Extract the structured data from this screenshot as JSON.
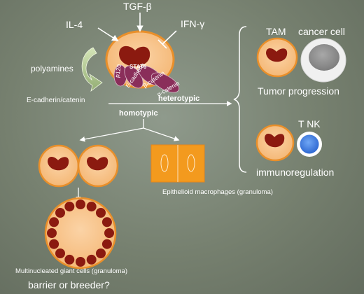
{
  "colors": {
    "background": "#77816f",
    "cell_fill": "#f7c18a",
    "cell_stroke": "#e98f2a",
    "nucleus": "#8b1a10",
    "protein": "#8a2e5a",
    "cancer_outer": "#f0f0f0",
    "cancer_inner": "#8c8c8c",
    "tnk_fill": "#3a78e0",
    "epithelioid_fill": "#f39a1e"
  },
  "inputs": {
    "il4": "IL-4",
    "tgfb": "TGF-β",
    "ifng": "IFN-γ"
  },
  "left_labels": {
    "polyamines": "polyamines",
    "ecadherin_catenin": "E-cadherin/catenin"
  },
  "proteins": {
    "stat6": "STAT6",
    "p120": "p120",
    "e_cadherin": "E-cadherin",
    "beta_catenin": "β-catenin",
    "alpha_catenin": "α-catenin"
  },
  "interactions": {
    "heterotypic": "heterotypic",
    "homotypic": "homotypic"
  },
  "right_panel": {
    "tam": "TAM",
    "cancer_cell": "cancer cell",
    "tumor_progression": "Tumor progression",
    "tnk": "T NK",
    "immunoregulation": "immunoregulation"
  },
  "bottom": {
    "epithelioid": "Epithelioid macrophages (granuloma)",
    "giant_cells": "Multinucleated giant cells (granuloma)",
    "question": "barrier or breeder?"
  }
}
